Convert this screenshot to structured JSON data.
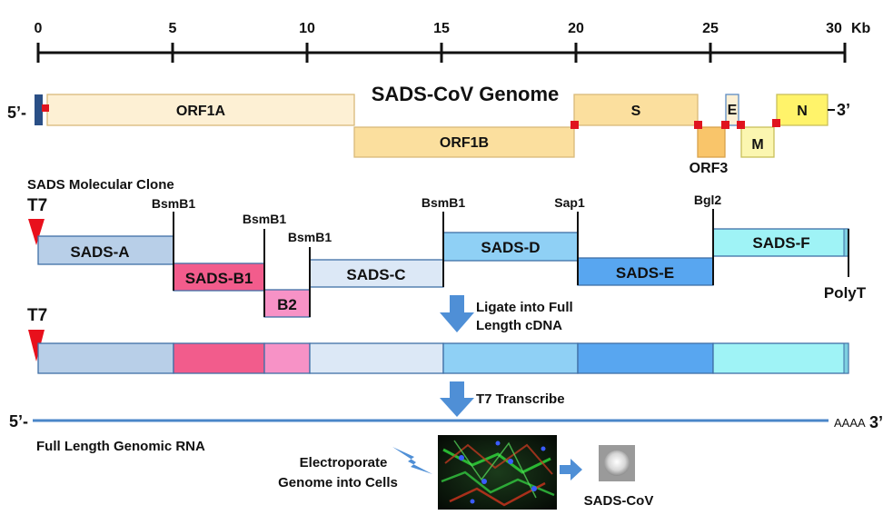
{
  "scale": {
    "ticks": [
      "0",
      "5",
      "10",
      "15",
      "20",
      "25",
      "30"
    ],
    "unit": "Kb"
  },
  "genome": {
    "title": "SADS-CoV Genome",
    "five_prime": "5’-",
    "three_prime": "3’",
    "genes": [
      {
        "id": "ORF1A",
        "label": "ORF1A",
        "fill": "#fdf0d4"
      },
      {
        "id": "ORF1B",
        "label": "ORF1B",
        "fill": "#fbdf9e"
      },
      {
        "id": "S",
        "label": "S",
        "fill": "#fbdf9e"
      },
      {
        "id": "ORF3",
        "label": "ORF3",
        "fill": "#f9c56a"
      },
      {
        "id": "E",
        "label": "E",
        "fill": "#fdf0d4"
      },
      {
        "id": "M",
        "label": "M",
        "fill": "#fbf6b0"
      },
      {
        "id": "N",
        "label": "N",
        "fill": "#fff36a"
      }
    ]
  },
  "clone": {
    "title": "SADS Molecular Clone",
    "t7": "T7",
    "segments": [
      {
        "label": "SADS-A",
        "fill": "#b8cfe8"
      },
      {
        "label": "SADS-B1",
        "fill": "#f25c8c"
      },
      {
        "label": "B2",
        "fill": "#f792c6"
      },
      {
        "label": "SADS-C",
        "fill": "#dce8f6"
      },
      {
        "label": "SADS-D",
        "fill": "#8fd0f5"
      },
      {
        "label": "SADS-E",
        "fill": "#58a6f0"
      },
      {
        "label": "SADS-F",
        "fill": "#9ff3f6"
      }
    ],
    "sites": [
      "BsmB1",
      "BsmB1",
      "BsmB1",
      "BsmB1",
      "Sap1",
      "Bgl2"
    ],
    "polyt": "PolyT"
  },
  "steps": {
    "ligate": "Ligate into Full\nLength cDNA",
    "ligate_line1": "Ligate into Full",
    "ligate_line2": "Length cDNA",
    "transcribe": "T7 Transcribe",
    "electroporate_line1": "Electroporate",
    "electroporate_line2": "Genome into Cells"
  },
  "full_length": {
    "t7": "T7",
    "fills": [
      "#b8cfe8",
      "#f25c8c",
      "#f792c6",
      "#dce8f6",
      "#8fd0f5",
      "#58a6f0",
      "#9ff3f6"
    ]
  },
  "rna": {
    "five_prime": "5’-",
    "polya": "AAAA",
    "three_prime": "3’",
    "label": "Full Length Genomic RNA"
  },
  "virus": {
    "label": "SADS-CoV"
  },
  "colors": {
    "outline": "#3f6fa6",
    "junction": "#e0141e",
    "t7_marker": "#e8101c",
    "arrow": "#4f8fd6",
    "rna_line": "#4a86c8"
  }
}
